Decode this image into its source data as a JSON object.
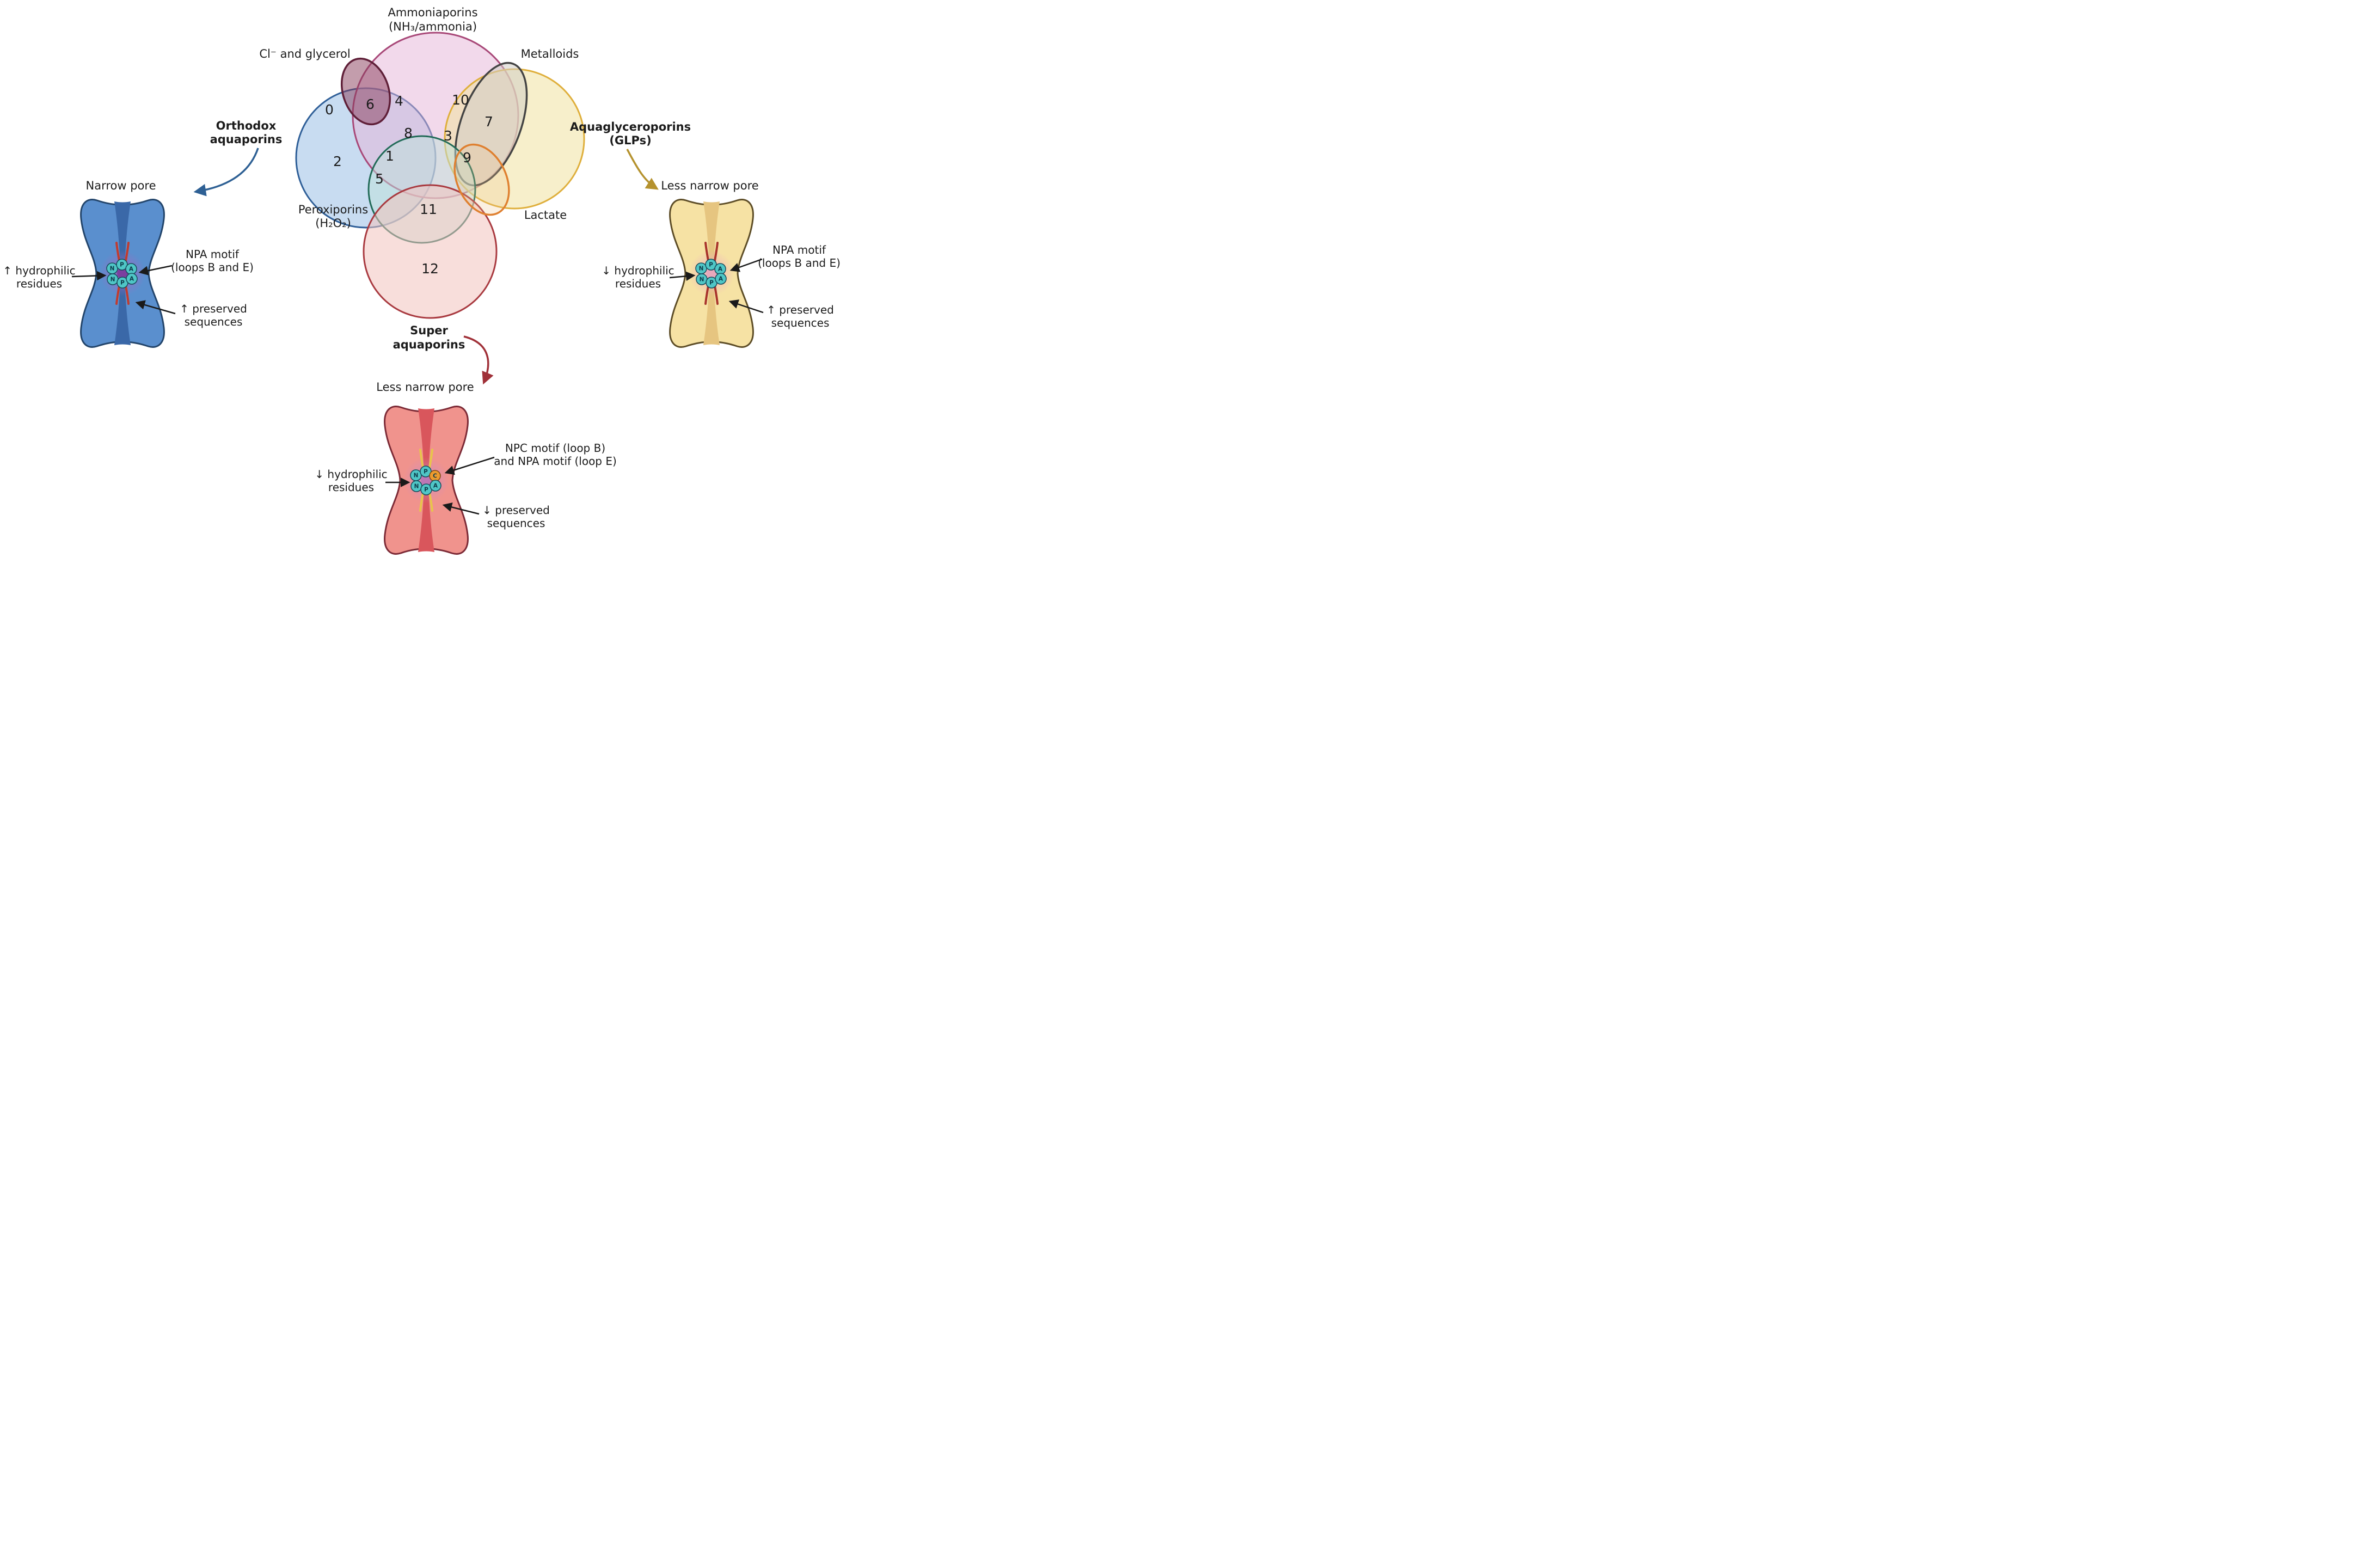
{
  "venn": {
    "sets": [
      {
        "name": "ammoniaporins",
        "line1": "Ammoniaporins",
        "line2": "(NH₃/ammonia)",
        "color": "#a84878"
      },
      {
        "name": "cl-glycerol",
        "line1": "Cl⁻ and glycerol",
        "color": "#1b1b1b"
      },
      {
        "name": "metalloids",
        "line1": "Metalloids",
        "color": "#1b1b1b"
      },
      {
        "name": "orthodox-aquaporins",
        "line1": "Orthodox",
        "line2": "aquaporins",
        "color": "#2e6094"
      },
      {
        "name": "aquaglyceroporins",
        "line1": "Aquaglyceroporins",
        "line2": "(GLPs)",
        "color": "#e0a832"
      },
      {
        "name": "peroxiporins",
        "line1": "Peroxiporins",
        "line2": "(H₂O₂)",
        "color": "#226b58"
      },
      {
        "name": "lactate",
        "line1": "Lactate",
        "color": "#df8030"
      },
      {
        "name": "super-aquaporins",
        "line1": "Super",
        "line2": "aquaporins",
        "color": "#a93a40"
      }
    ],
    "numbers": [
      "0",
      "6",
      "4",
      "10",
      "7",
      "8",
      "3",
      "2",
      "1",
      "9",
      "5",
      "11",
      "12"
    ]
  },
  "pores": {
    "blue": {
      "title": "Narrow pore",
      "hydrophilic1": "↑ hydrophilic",
      "hydrophilic2": "residues",
      "motif1": "NPA motif",
      "motif2": "(loops B and E)",
      "preserved1": "↑ preserved",
      "preserved2": "sequences",
      "subunits_top": [
        "N",
        "P",
        "A"
      ],
      "subunits_bottom": [
        "N",
        "P",
        "A"
      ]
    },
    "yellow": {
      "title": "Less narrow pore",
      "hydrophilic1": "↓ hydrophilic",
      "hydrophilic2": "residues",
      "motif1": "NPA motif",
      "motif2": "(loops B and E)",
      "preserved1": "↑ preserved",
      "preserved2": "sequences",
      "subunits_top": [
        "N",
        "P",
        "A"
      ],
      "subunits_bottom": [
        "N",
        "P",
        "A"
      ]
    },
    "red": {
      "title": "Less narrow pore",
      "hydrophilic1": "↓ hydrophilic",
      "hydrophilic2": "residues",
      "motif1": "NPC motif (loop B)",
      "motif2": "and NPA motif (loop E)",
      "preserved1": "↓ preserved",
      "preserved2": "sequences",
      "subunits_top": [
        "N",
        "P",
        "C"
      ],
      "subunits_bottom": [
        "N",
        "P",
        "A"
      ]
    }
  },
  "palette": {
    "orthodox_blue": "#2e6094",
    "ammoniaporins_pink": "#a84878",
    "glps_gold": "#e0a832",
    "peroxiporins_teal": "#226b58",
    "super_red": "#a93a40",
    "metalloids_gray": "#444444",
    "lactate_orange": "#df8030",
    "cl_glycerol_maroon": "#5f1f38",
    "subunit_teal": "#4fc6c6",
    "subunit_c_orange": "#ec9a2e",
    "blue_pore_body": "#5a8fce",
    "yellow_pore_body": "#f6e2a4",
    "red_pore_body": "#f0938d"
  }
}
